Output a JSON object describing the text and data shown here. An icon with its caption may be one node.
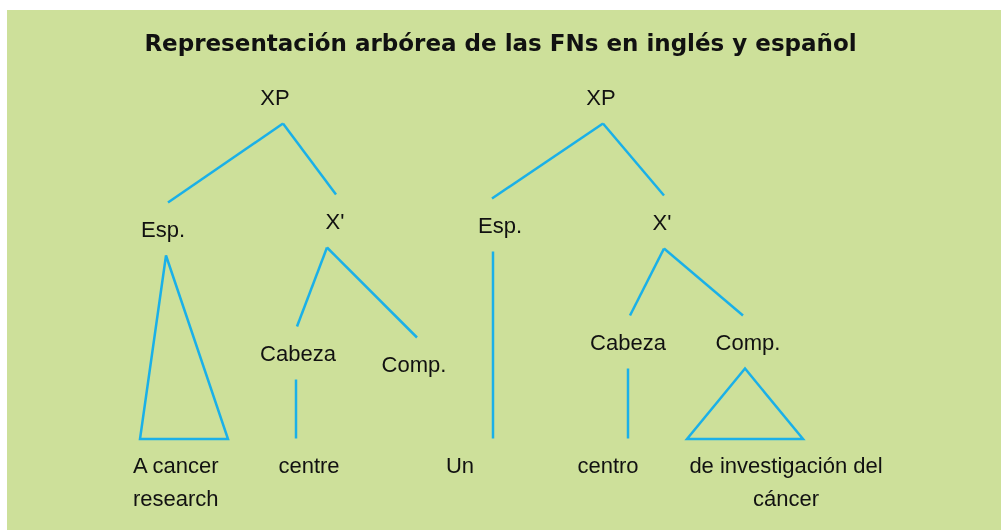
{
  "diagram": {
    "title": "Representación arbórea de las FNs en inglés y español",
    "nodes": [
      {
        "text": [
          "XP"
        ]
      },
      {
        "text": [
          "Esp."
        ]
      },
      {
        "text": [
          "X'"
        ]
      },
      {
        "text": [
          "Cabeza"
        ]
      },
      {
        "text": [
          "Comp."
        ]
      },
      {
        "text": [
          "A cancer research"
        ]
      },
      {
        "text": [
          "centre"
        ]
      },
      {
        "text": [
          "XP"
        ]
      },
      {
        "text": [
          "Esp."
        ]
      },
      {
        "text": [
          "X'"
        ]
      },
      {
        "text": [
          "Cabeza"
        ]
      },
      {
        "text": [
          "Comp."
        ]
      },
      {
        "text": [
          "Un"
        ]
      },
      {
        "text": [
          "centro"
        ]
      },
      {
        "text": [
          "de investigación del cáncer"
        ]
      }
    ],
    "edges": [
      {
        "from": 0,
        "to": 1,
        "arrow": "none"
      },
      {
        "from": 0,
        "to": 2,
        "arrow": "none"
      },
      {
        "from": 2,
        "to": 3,
        "arrow": "none"
      },
      {
        "from": 2,
        "to": 4,
        "arrow": "none"
      },
      {
        "from": 1,
        "to": 5,
        "arrow": "none"
      },
      {
        "from": 3,
        "to": 6,
        "arrow": "none"
      },
      {
        "from": 7,
        "to": 8,
        "arrow": "none"
      },
      {
        "from": 7,
        "to": 9,
        "arrow": "none"
      },
      {
        "from": 9,
        "to": 10,
        "arrow": "none"
      },
      {
        "from": 9,
        "to": 11,
        "arrow": "none"
      },
      {
        "from": 8,
        "to": 12,
        "arrow": "none"
      },
      {
        "from": 10,
        "to": 13,
        "arrow": "none"
      },
      {
        "from": 11,
        "to": 14,
        "arrow": "none"
      }
    ]
  }
}
